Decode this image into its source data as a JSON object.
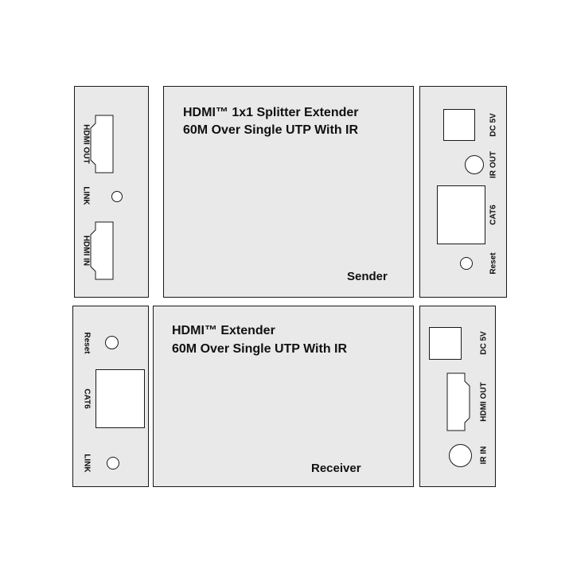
{
  "sender": {
    "title_line1": "HDMI™ 1x1 Splitter Extender",
    "title_line2": "60M Over Single UTP With IR",
    "name": "Sender",
    "left_panel": {
      "hdmi_out": "HDMI OUT",
      "link": "LINK",
      "hdmi_in": "HDMI IN"
    },
    "right_panel": {
      "dc5v": "DC 5V",
      "ir_out": "IR OUT",
      "cat6": "CAT6",
      "reset": "Reset"
    }
  },
  "receiver": {
    "title_line1": "HDMI™ Extender",
    "title_line2": "60M Over Single UTP With IR",
    "name": "Receiver",
    "left_panel": {
      "reset": "Reset",
      "cat6": "CAT6",
      "link": "LINK"
    },
    "right_panel": {
      "dc5v": "DC 5V",
      "hdmi_out": "HDMI OUT",
      "ir_in": "IR IN"
    }
  },
  "colors": {
    "panel_fill": "#e9e9e9",
    "outline": "#1a1a1a",
    "port_fill": "#ffffff"
  }
}
